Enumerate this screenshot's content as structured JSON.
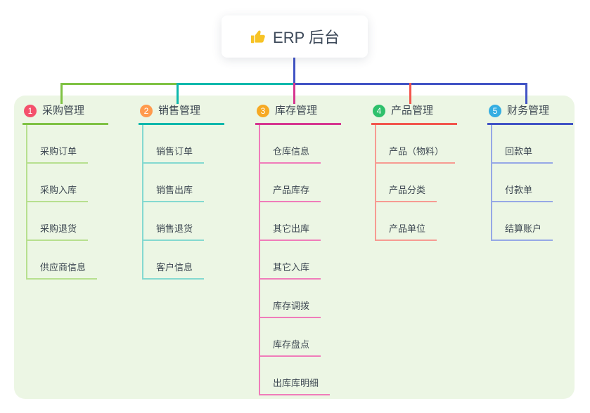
{
  "root": {
    "label": "ERP 后台",
    "icon": "thumbs-up-icon",
    "icon_color": "#F7C325"
  },
  "colors": {
    "trunk": "#4254C5",
    "panel_bg": "#ECF6E4",
    "text": "#3D4852",
    "root_bg": "#FFFFFF"
  },
  "branches": [
    {
      "number": "1",
      "label": "采购管理",
      "badge_color": "#F4516C",
      "line_color": "#7FC244",
      "child_line_color": "#B7E08F",
      "children": [
        "采购订单",
        "采购入库",
        "采购退货",
        "供应商信息"
      ]
    },
    {
      "number": "2",
      "label": "销售管理",
      "badge_color": "#FF9A4D",
      "line_color": "#0EB8AC",
      "child_line_color": "#84D9D0",
      "children": [
        "销售订单",
        "销售出库",
        "销售退货",
        "客户信息"
      ]
    },
    {
      "number": "3",
      "label": "库存管理",
      "badge_color": "#F6A924",
      "line_color": "#D63690",
      "child_line_color": "#F07CBA",
      "children": [
        "仓库信息",
        "产品库存",
        "其它出库",
        "其它入库",
        "库存调拨",
        "库存盘点",
        "出库库明细"
      ]
    },
    {
      "number": "4",
      "label": "产品管理",
      "badge_color": "#2EC06B",
      "line_color": "#F2564D",
      "child_line_color": "#F79B92",
      "children": [
        "产品（物料）",
        "产品分类",
        "产品单位"
      ]
    },
    {
      "number": "5",
      "label": "财务管理",
      "badge_color": "#35AEE2",
      "line_color": "#4254C5",
      "child_line_color": "#96A8E6",
      "children": [
        "回款单",
        "付款单",
        "结算账户"
      ]
    }
  ]
}
